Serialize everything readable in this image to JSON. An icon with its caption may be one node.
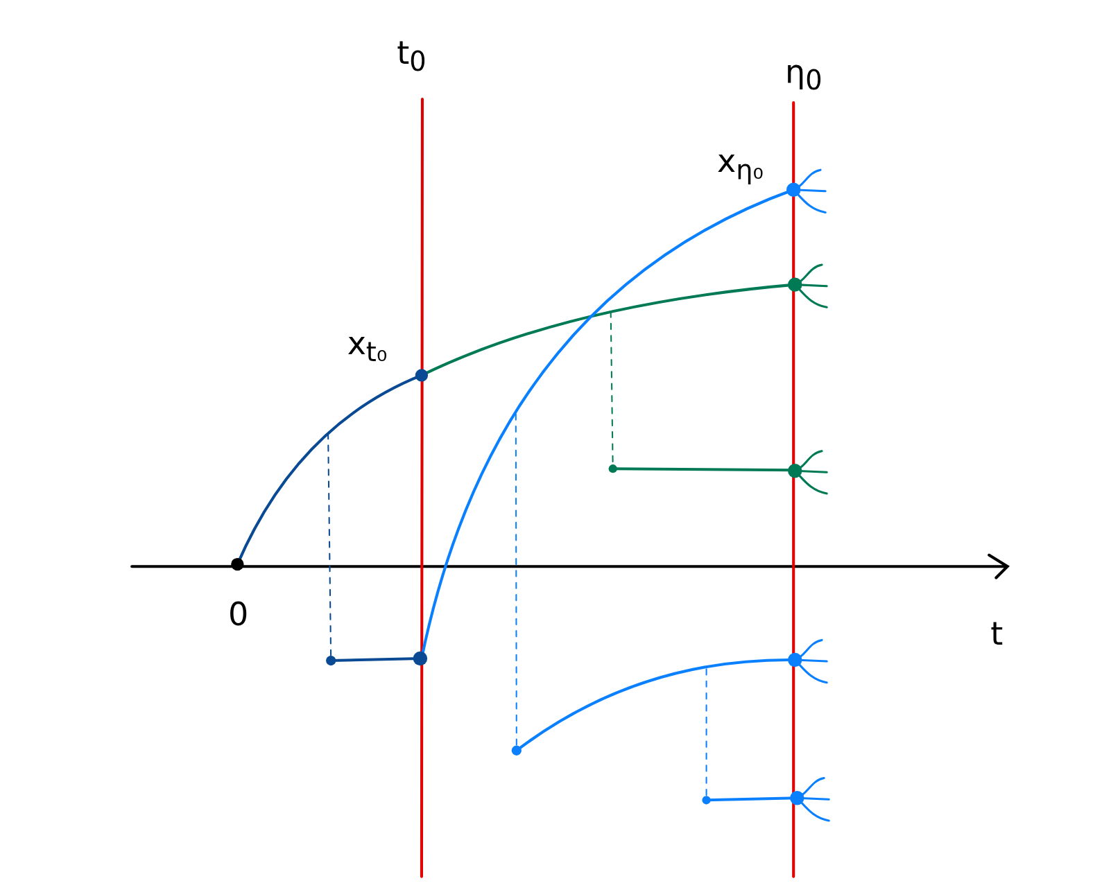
{
  "diagram": {
    "labels": [
      "t$_{0}$",
      "η$_{0}$",
      "x$_{η₀}$",
      "x$_{t₀}$",
      "0",
      "t"
    ]
  }
}
